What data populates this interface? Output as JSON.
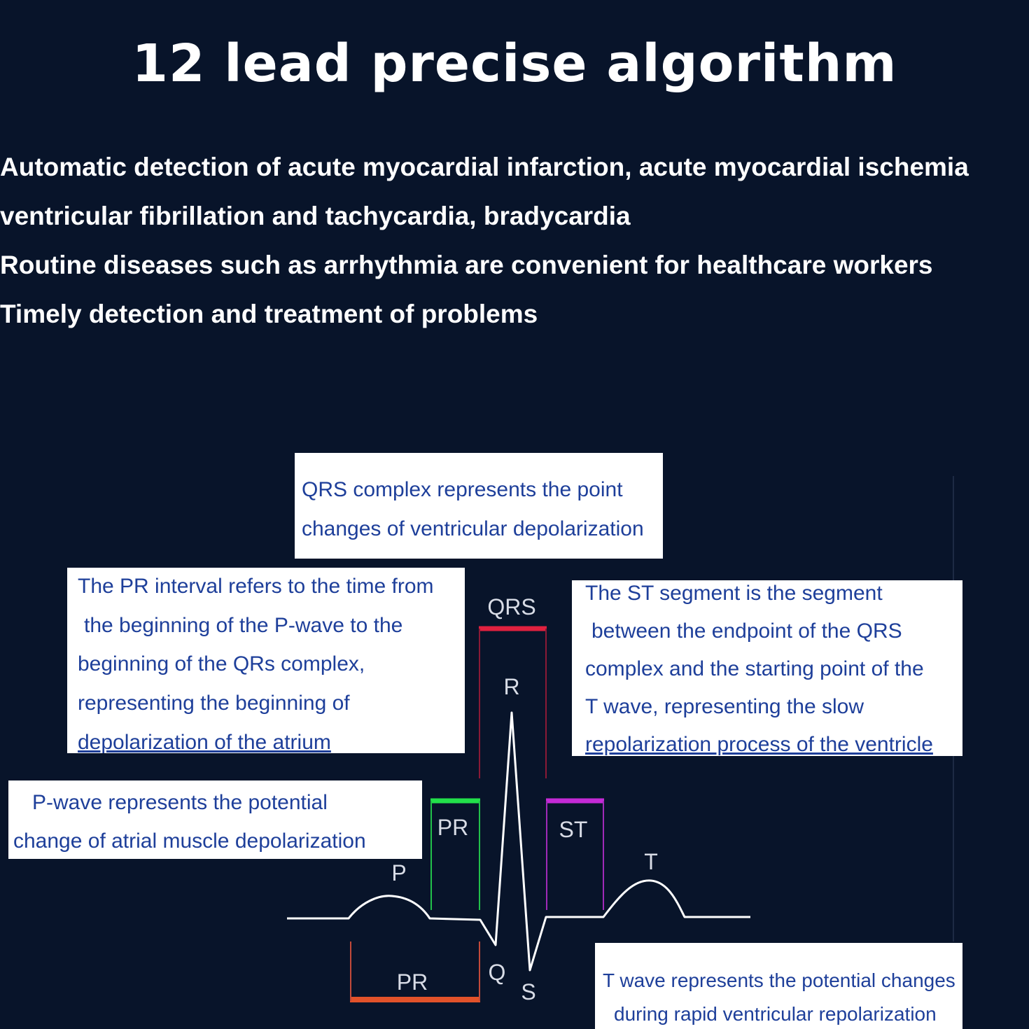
{
  "title": "12 lead precise algorithm",
  "description_lines": [
    "Automatic detection of acute myocardial infarction, acute myocardial ischemia",
    "ventricular fibrillation and tachycardia, bradycardia",
    "Routine diseases such as arrhythmia are convenient for healthcare workers",
    "Timely detection and treatment of problems"
  ],
  "callouts": {
    "qrs": [
      "QRS complex represents the point",
      "changes of ventricular depolarization"
    ],
    "pr_interval": [
      "The PR interval refers to the time from",
      "the beginning of the P-wave to the",
      "beginning of the QRs complex,",
      "representing the beginning of",
      "depolarization of the atrium"
    ],
    "st_segment": [
      "The ST segment is the segment",
      "between the endpoint of the QRS",
      "complex and the starting point of the",
      "T wave, representing the slow",
      "repolarization process of the ventricle"
    ],
    "p_wave": [
      "P-wave represents the potential",
      "change of atrial muscle depolarization"
    ],
    "t_wave": [
      "T wave represents the potential changes",
      "during rapid ventricular repolarization"
    ]
  },
  "wave_labels": {
    "qrs": "QRS",
    "r": "R",
    "pr_top": "PR",
    "st": "ST",
    "t": "T",
    "p": "P",
    "q": "Q",
    "s": "S",
    "pr_bottom": "PR"
  },
  "colors": {
    "background": "#08142a",
    "callout_text": "#1e3f9a",
    "qrs_marker": "#e0213f",
    "pr_marker": "#22e04a",
    "st_marker": "#c42ad6",
    "pr_bottom_marker": "#e2522a",
    "trace": "#ffffff"
  }
}
